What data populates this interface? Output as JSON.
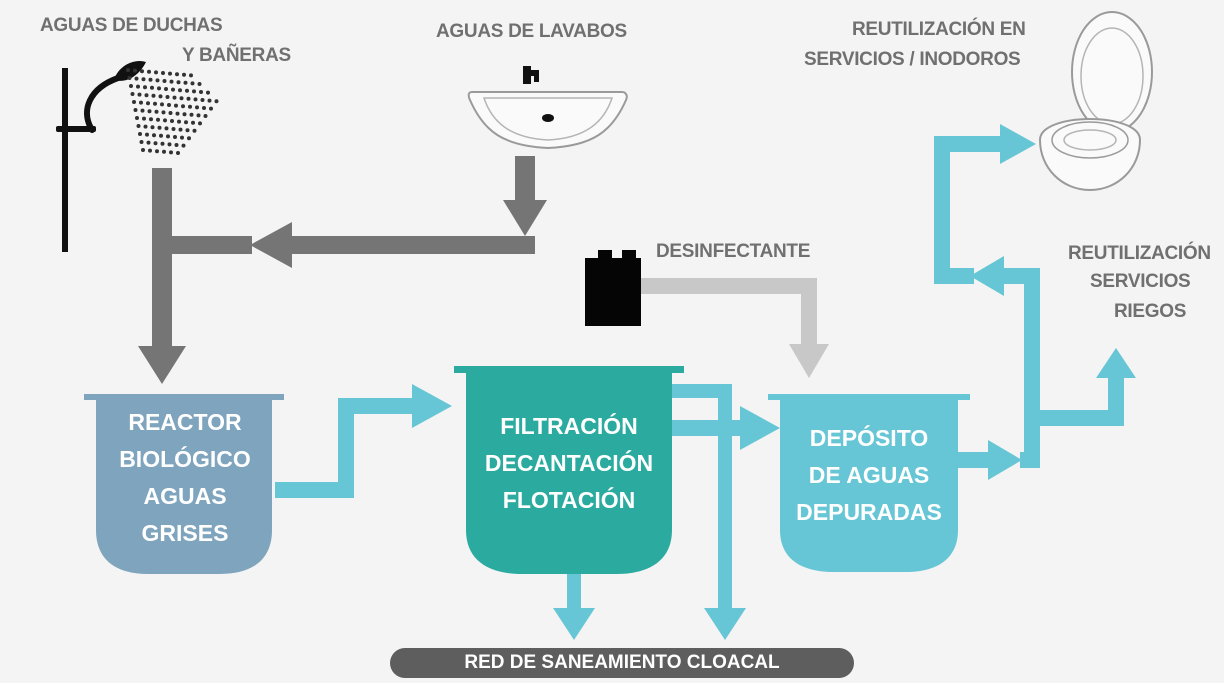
{
  "labels": {
    "showers": [
      "AGUAS DE DUCHAS",
      "Y BAÑERAS"
    ],
    "sinks": "AGUAS DE LAVABOS",
    "reuse_toilets": [
      "REUTILIZACIÓN EN",
      "SERVICIOS / INODOROS"
    ],
    "disinfectant": "DESINFECTANTE",
    "reuse_irrigation": [
      "REUTILIZACIÓN",
      "SERVICIOS",
      "RIEGOS"
    ]
  },
  "tanks": {
    "reactor": [
      "REACTOR",
      "BIOLÓGICO",
      "AGUAS",
      "GRISES"
    ],
    "filtration": [
      "FILTRACIÓN",
      "DECANTACIÓN",
      "FLOTACIÓN"
    ],
    "deposit": [
      "DEPÓSITO",
      "DE AGUAS",
      "DEPURADAS"
    ]
  },
  "sewer": "RED DE SANEAMIENTO CLOACAL",
  "colors": {
    "grey_flow": "#757575",
    "light_grey_flow": "#c8c8c8",
    "clean_flow": "#66c6d6",
    "reactor_tank": "#7fa4bd",
    "filtration_tank": "#2bab9f",
    "deposit_tank": "#66c6d6",
    "sewer_bar": "#5e5e5e",
    "label_text": "#707070"
  },
  "icons": [
    "shower-icon",
    "sink-icon",
    "toilet-icon",
    "disinfectant-container-icon"
  ]
}
